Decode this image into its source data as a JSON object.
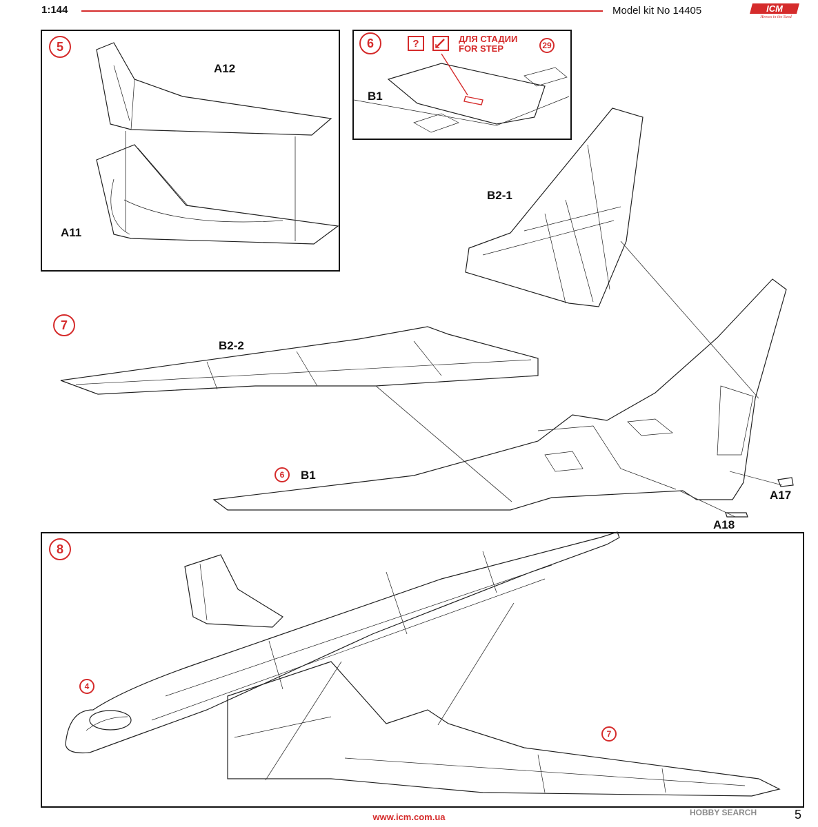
{
  "header": {
    "scale": "1:144",
    "kit_title": "Model kit No 14405",
    "brand": "ICM",
    "brand_tagline": "Heroes in the Sand"
  },
  "steps": {
    "s5": {
      "number": "5",
      "parts": [
        "A12",
        "A11"
      ]
    },
    "s6": {
      "number": "6",
      "part": "B1",
      "note_lines": [
        "ДЛЯ СТАДИИ",
        "FOR STEP"
      ],
      "ref_step": "29",
      "question_glyph": "?"
    },
    "s7": {
      "number": "7",
      "parts": [
        "B2-1",
        "B2-2",
        "B1",
        "A17",
        "A18"
      ],
      "ref_step": "6"
    },
    "s8": {
      "number": "8",
      "ref_steps": [
        "4",
        "7"
      ]
    }
  },
  "footer": {
    "website": "www.icm.com.ua",
    "page": "5"
  },
  "watermark": "HOBBY SEARCH",
  "colors": {
    "accent": "#d52b2b",
    "line": "#222222"
  }
}
